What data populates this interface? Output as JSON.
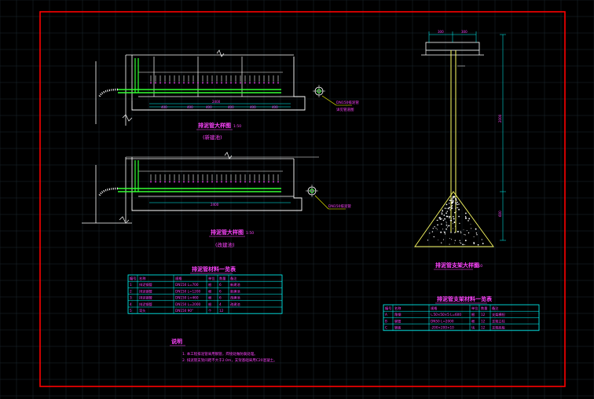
{
  "colors": {
    "background": "#000000",
    "frame": "#ff0000",
    "outline": "#ffffff",
    "ground": "#ffff66",
    "pipe": "#33ff33",
    "text": "#ff44ff",
    "dim": "#00ffff",
    "accent": "#ffff00",
    "grid": "#1c2a30"
  },
  "drawing": {
    "top_title": "排泥管大样图",
    "top_scale": "1:50",
    "top_subtitle": "(新建池)",
    "mid_title": "排泥管大样图",
    "mid_scale": "1:50",
    "mid_subtitle": "(改建池)",
    "support_title": "排泥管支架大样图",
    "support_scale": "1:10",
    "callout_top": "DN150排泥管",
    "callout_top2": "详见管道图",
    "callout_mid": "DN150排泥管",
    "note_head": "说明",
    "note_1": "1. 本工程排泥管采用钢管，焊接处做防腐处理。",
    "note_2": "2. 排泥管支架间距不大于2.0m，支架基础采用C20混凝土。",
    "dim_top": [
      "400",
      "400",
      "400",
      "400",
      "400",
      "400"
    ],
    "dim_top_total": "2400",
    "dim_mid_total": "2400",
    "dim_support_height": "2000",
    "dim_support_base": "600",
    "dim_support_top": [
      "300",
      "300"
    ]
  },
  "table_left": {
    "title": "排泥管材料一览表",
    "headers": [
      "编号",
      "名称",
      "规格",
      "单位",
      "数量",
      "备注"
    ],
    "rows": [
      [
        "1",
        "排泥钢管",
        "DN150 L=700",
        "根",
        "6",
        "新建池"
      ],
      [
        "2",
        "排泥钢管",
        "DN150 L=1200",
        "根",
        "6",
        "新建池"
      ],
      [
        "3",
        "排泥钢管",
        "DN150 L=460",
        "根",
        "6",
        "改建池"
      ],
      [
        "4",
        "排泥钢管",
        "DN150 L=2000",
        "根",
        "4",
        "改建池"
      ],
      [
        "5",
        "弯头",
        "DN150 90°",
        "个",
        "12",
        ""
      ]
    ]
  },
  "table_right": {
    "title": "排泥管支架材料一览表",
    "headers": [
      "编号",
      "名称",
      "规格",
      "单位",
      "数量",
      "备注"
    ],
    "rows": [
      [
        "A",
        "角钢",
        "∟50×50×5 L=600",
        "根",
        "12",
        "支架横担"
      ],
      [
        "B",
        "钢管",
        "DN50 L=2000",
        "根",
        "12",
        "支架立柱"
      ],
      [
        "C",
        "钢板",
        "-200×200×10",
        "块",
        "12",
        "支架底板"
      ]
    ]
  }
}
